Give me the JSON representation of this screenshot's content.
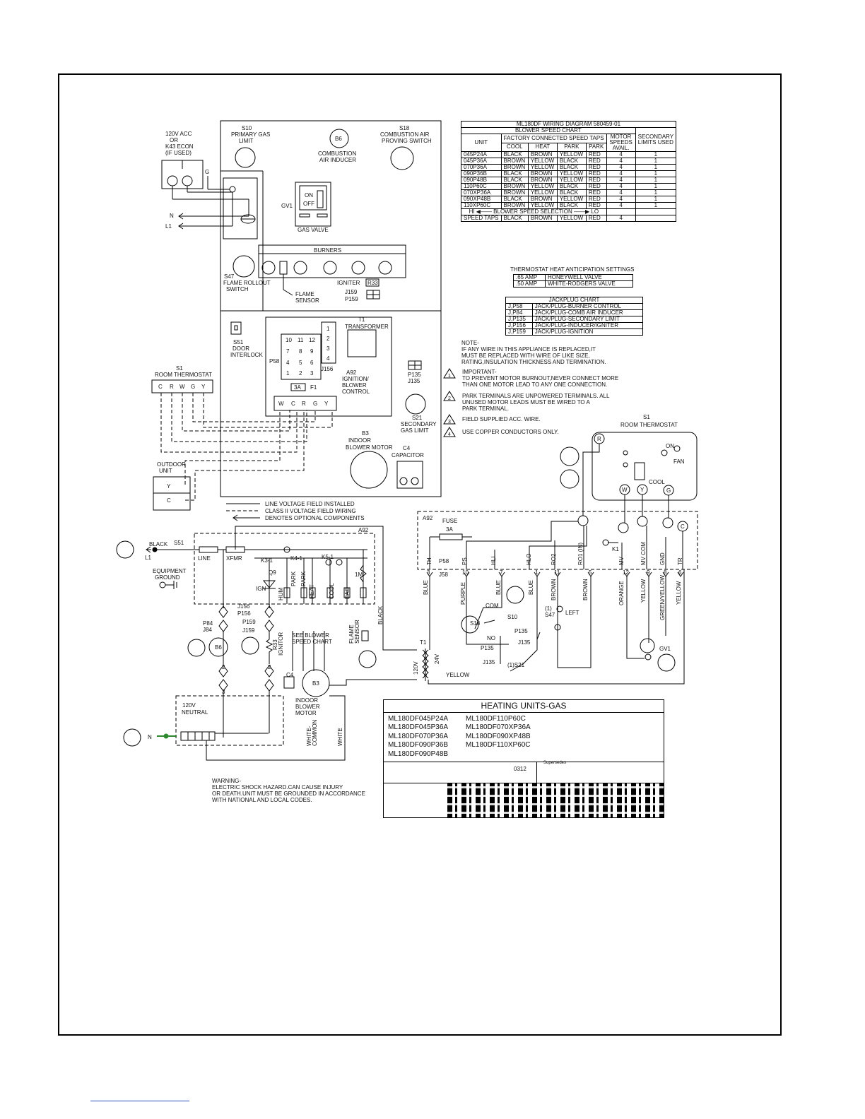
{
  "diagram_title": "ML180DF WIRING DIAGRAM 580459-01",
  "speed_chart": {
    "title": "BLOWER SPEED CHART",
    "factory_header": "FACTORY CONNECTED SPEED TAPS",
    "col_unit": "UNIT",
    "col_cool": "COOL",
    "col_heat": "HEAT",
    "col_park1": "PARK",
    "col_park2": "PARK",
    "col_motor": "MOTOR SPEEDS AVAIL.",
    "col_secondary": "SECONDARY LIMITS USED",
    "rows": [
      [
        "045P24A",
        "BLACK",
        "BROWN",
        "YELLOW",
        "RED",
        "4",
        "1"
      ],
      [
        "045P36A",
        "BROWN",
        "YELLOW",
        "BLACK",
        "RED",
        "4",
        "1"
      ],
      [
        "070P36A",
        "BROWN",
        "YELLOW",
        "BLACK",
        "RED",
        "4",
        "1"
      ],
      [
        "090P36B",
        "BLACK",
        "BROWN",
        "YELLOW",
        "RED",
        "4",
        "1"
      ],
      [
        "090P48B",
        "BLACK",
        "BROWN",
        "YELLOW",
        "RED",
        "4",
        "1"
      ],
      [
        "110P60C",
        "BROWN",
        "YELLOW",
        "BLACK",
        "RED",
        "4",
        "1"
      ],
      [
        "070XP36A",
        "BROWN",
        "YELLOW",
        "BLACK",
        "RED",
        "4",
        "1"
      ],
      [
        "090XP48B",
        "BLACK",
        "BROWN",
        "YELLOW",
        "RED",
        "4",
        "1"
      ],
      [
        "110XP60C",
        "BROWN",
        "YELLOW",
        "BLACK",
        "RED",
        "4",
        "1"
      ]
    ],
    "selection_label": "BLOWER SPEED SELECTION",
    "hi": "HI",
    "lo": "LO",
    "taps_row": [
      "SPEED TAPS",
      "BLACK",
      "BROWN",
      "YELLOW",
      "RED",
      "4"
    ]
  },
  "anticipation": {
    "title": "THERMOSTAT HEAT ANTICIPATION SETTINGS",
    "rows": [
      [
        ".65 AMP",
        "HONEYWELL VALVE"
      ],
      [
        ".50 AMP",
        "WHITE-RODGERS VALVE"
      ]
    ]
  },
  "jackplug": {
    "title": "JACKPLUG CHART",
    "rows": [
      [
        "J,P58",
        "JACK/PLUG-BURNER CONTROL"
      ],
      [
        "J,P84",
        "JACK/PLUG-COMB AIR INDUCER"
      ],
      [
        "J,P135",
        "JACK/PLUG-SECONDARY LIMIT"
      ],
      [
        "J,P156",
        "JACK/PLUG-INDUCER/IGNITER"
      ],
      [
        "J,P159",
        "JACK/PLUG-IGNITION"
      ]
    ]
  },
  "notes": {
    "note_label": "NOTE-",
    "note_text1": "IF ANY WIRE IN THIS APPLIANCE IS REPLACED,IT",
    "note_text2": "MUST BE REPLACED WITH WIRE OF LIKE SIZE,",
    "note_text3": "RATING,INSULATION THICKNESS AND TERMINATION.",
    "n1_a": "IMPORTANT-",
    "n1_b": "TO PREVENT MOTOR BURNOUT,NEVER CONNECT MORE",
    "n1_c": "THAN ONE MOTOR LEAD TO ANY ONE CONNECTION.",
    "n2_a": "PARK TERMINALS ARE UNPOWERED TERMINALS. ALL",
    "n2_b": "UNUSED MOTOR LEADS MUST BE WIRED TO A",
    "n2_c": "PARK TERMINAL.",
    "n3": "FIELD SUPPLIED ACC. WIRE.",
    "n4": "USE COPPER CONDUCTORS ONLY.",
    "num1": "1",
    "num2": "2",
    "num3": "3",
    "num4": "4"
  },
  "legend": {
    "line_voltage": "LINE VOLTAGE FIELD INSTALLED",
    "class2": "CLASS II VOLTAGE FIELD WIRING",
    "optional": "DENOTES OPTIONAL COMPONENTS"
  },
  "top_labels": {
    "acc1": "120V ACC",
    "acc2": "OR",
    "acc3": "K43 ECON",
    "acc4": "(IF USED)",
    "g": "G",
    "n": "N",
    "l1": "L1",
    "s10": "S10",
    "s10_a": "PRIMARY GAS",
    "s10_b": "LIMIT",
    "b6": "B6",
    "b6_a": "COMBUSTION",
    "b6_b": "AIR INDUCER",
    "s18": "S18",
    "s18_a": "COMBUSTION AIR",
    "s18_b": "PROVING SWITCH",
    "gv1": "GV1",
    "on": "ON",
    "off": "OFF",
    "gas_valve": "GAS VALVE",
    "burners": "BURNERS",
    "s47": "S47",
    "s47_a": "FLAME ROLLOUT",
    "s47_b": "SWITCH",
    "flame1": "FLAME",
    "flame2": "SENSOR",
    "igniter": "IGNITER",
    "r33": "R33",
    "j159": "J159",
    "p159": "P159",
    "t1": "T1",
    "transformer": "TRANSFORMER",
    "s51": "S51",
    "door1": "DOOR",
    "door2": "INTERLOCK",
    "p58": "P58",
    "j156": "J156",
    "a92": "A92",
    "ign1": "IGNITION/",
    "ign2": "BLOWER",
    "ign3": "CONTROL",
    "fuse_3a": "3A",
    "f1": "F1",
    "p135": "P135",
    "j135": "J135",
    "s21": "S21",
    "s21_a": "SECONDARY",
    "s21_b": "GAS LIMIT",
    "b3": "B3",
    "b3_a": "INDOOR",
    "b3_b": "BLOWER MOTOR",
    "c4": "C4",
    "c4_a": "CAPACITOR",
    "s1": "S1",
    "room": "ROOM THERMOSTAT",
    "outdoor1": "OUTDOOR",
    "outdoor2": "UNIT",
    "y": "Y",
    "c": "C",
    "pins": [
      "10",
      "11",
      "12",
      "7",
      "8",
      "9",
      "4",
      "5",
      "6",
      "1",
      "2",
      "3"
    ],
    "plug_pins": [
      "1",
      "2",
      "3",
      "4"
    ],
    "term_w": "W",
    "term_c": "C",
    "term_r": "R",
    "term_g": "G",
    "term_y": "Y"
  },
  "ladder_labels": {
    "black": "BLACK",
    "s51": "S51",
    "l1": "L1",
    "line": "LINE",
    "xfmr": "XFMR",
    "a92": "A92",
    "k3": "K3-1",
    "k4": "K4-1",
    "k5": "K5-1",
    "q9": "Q9",
    "ign": "IGN",
    "one_m": "1M",
    "hum": "HUM",
    "park1": "PARK",
    "park2": "PARK",
    "heat": "HEAT",
    "cool": "COOL",
    "eac": "EAC",
    "equip1": "EQUIPMENT",
    "equip2": "GROUND",
    "j156": "J156",
    "p156": "P156",
    "p159": "P159",
    "j159": "J159",
    "p84": "P84",
    "j84": "J84",
    "b6": "B6",
    "r33": "R33",
    "ignitor": "IGNITOR",
    "see1": "SEE BLOWER",
    "see2": "SPEED CHART",
    "flame1": "FLAME",
    "flame2": "SENSOR",
    "c4": "C4",
    "b3": "B3",
    "indoor1": "INDOOR",
    "indoor2": "BLOWER",
    "indoor3": "MOTOR",
    "white": "WHITE",
    "wc1": "WHITE-",
    "wc2": "COMMON",
    "neutral1": "120V",
    "neutral2": "NEUTRAL",
    "n": "N",
    "v120": "120V",
    "v24": "24V",
    "t1": "T1",
    "yellow": "YELLOW",
    "pin1": "1",
    "pin2": "2",
    "pin3": "3"
  },
  "low_voltage": {
    "a92": "A92",
    "fuse": "FUSE",
    "fuse_val": "3A",
    "k1": "K1",
    "s1": "S1",
    "room": "ROOM THERMOSTAT",
    "on": "ON",
    "fan": "FAN",
    "cool": "COOL",
    "terms": [
      "R",
      "W",
      "Y",
      "G",
      "C"
    ],
    "pins": [
      "TH",
      "PS",
      "HLI",
      "HLO",
      "RO2",
      "RO1 (IN)",
      "MV",
      "MV COM",
      "GND",
      "TR"
    ],
    "pin_nums": [
      "3",
      "10",
      "7",
      "1",
      "11",
      "5",
      "12",
      "9",
      "8",
      "6"
    ],
    "p58": "P58",
    "j58": "J58",
    "wires": [
      "BLUE",
      "PURPLE",
      "BLUE",
      "BLUE",
      "BROWN",
      "BROWN",
      "ORANGE",
      "YELLOW",
      "GREEN/YELLOW",
      "YELLOW"
    ],
    "com": "COM",
    "s18": "S18",
    "s10": "S10",
    "no": "NO",
    "p135": "P135",
    "j135": "J135",
    "s21": "(1)S21",
    "s47": "S47",
    "one": "(1)",
    "left": "LEFT",
    "gv1": "GV1"
  },
  "heating_units": {
    "title": "HEATING UNITS-GAS",
    "left": [
      "ML180DF045P24A",
      "ML180DF045P36A",
      "ML180DF070P36A",
      "ML180DF090P36B",
      "ML180DF090P48B"
    ],
    "right": [
      "ML180DF110P60C",
      "ML180DF070XP36A",
      "ML180DF090XP48B",
      "ML180DF110XP60C"
    ],
    "code": "0312",
    "supersedes": "Supersedes"
  },
  "warning": {
    "l1": "WARNING-",
    "l2": "ELECTRIC SHOCK HAZARD.CAN CAUSE INJURY",
    "l3": "OR DEATH.UNIT MUST BE GROUNDED IN ACCORDANCE",
    "l4": "WITH NATIONAL AND LOCAL CODES."
  }
}
